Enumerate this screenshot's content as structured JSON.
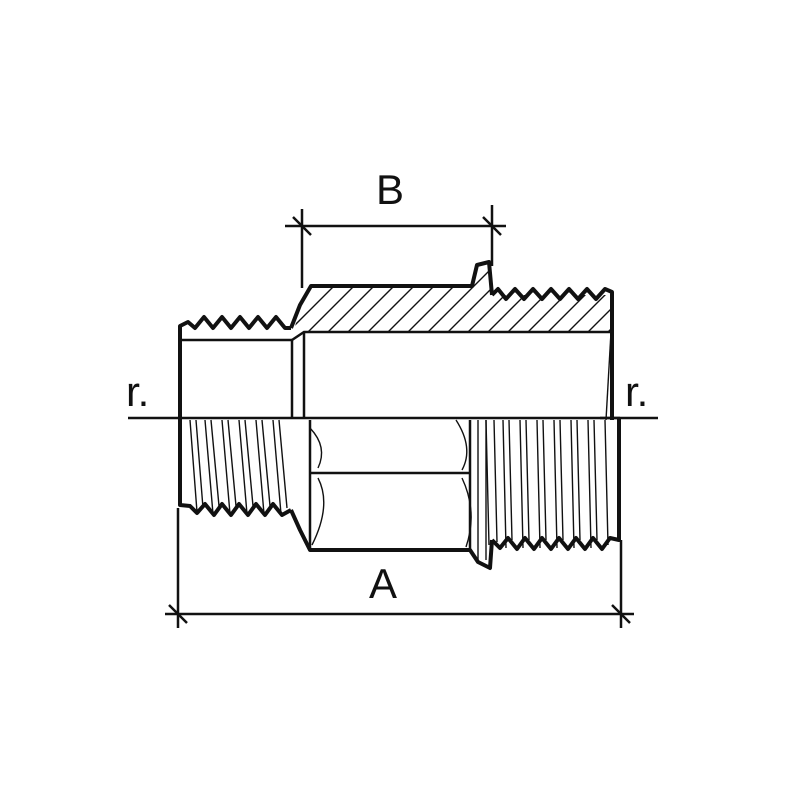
{
  "diagram": {
    "labels": {
      "dim_b": "B",
      "dim_a": "A",
      "axis_left": "r.",
      "axis_right": "r."
    },
    "colors": {
      "ink": "#111111",
      "paper": "#ffffff"
    }
  }
}
